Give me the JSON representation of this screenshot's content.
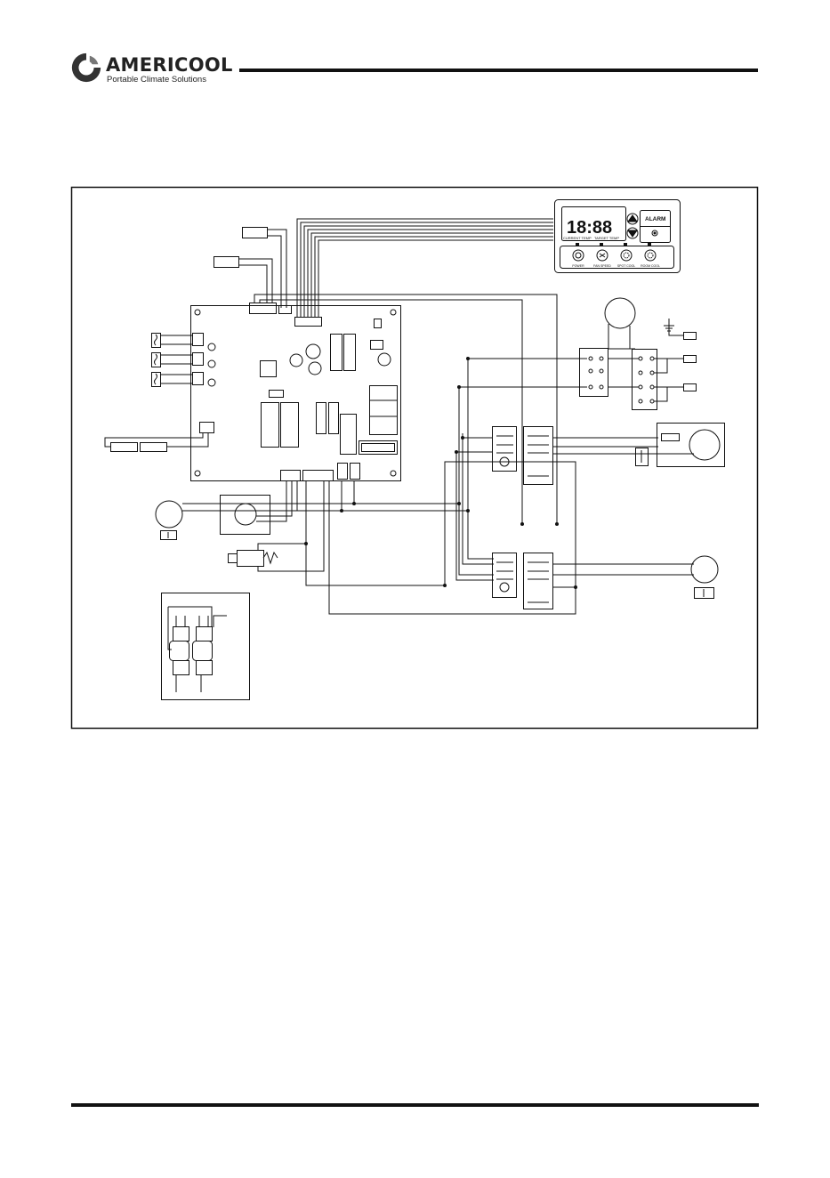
{
  "header": {
    "brand_name": "AMERICOOL",
    "tagline": "Portable Climate Solutions",
    "brand_color": "#222222"
  },
  "control_panel": {
    "display_digits": "18:88",
    "current_temp_label": "CURRENT TEMP",
    "target_temp_label": "TARGET TEMP",
    "alarm_label": "ALARM",
    "button_labels": [
      "POWER",
      "FAN SPEED",
      "SPOT COOL",
      "ROOM COOL"
    ]
  },
  "icons": [
    "logo-mark-icon",
    "up-arrow-icon",
    "down-arrow-icon",
    "power-icon",
    "fan-icon",
    "spot-cool-icon",
    "room-cool-icon",
    "alarm-led-icon",
    "ground-icon"
  ]
}
